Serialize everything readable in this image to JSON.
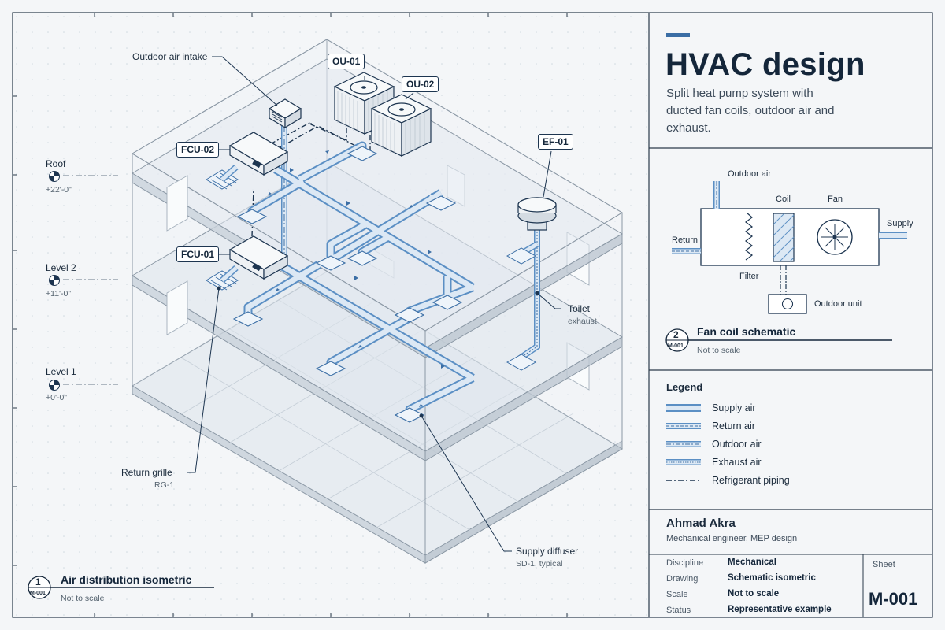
{
  "header": {
    "title": "HVAC design",
    "subtitle": "Split heat pump system with ducted fan coils, outdoor air and exhaust."
  },
  "iso": {
    "title": "Air distribution isometric",
    "scale": "Not to scale",
    "num": "1",
    "sheet_ref": "M-001"
  },
  "levels": [
    {
      "name": "Roof",
      "elev": "+22'-0\""
    },
    {
      "name": "Level 2",
      "elev": "+11'-0\""
    },
    {
      "name": "Level 1",
      "elev": "+0'-0\""
    }
  ],
  "tags": {
    "ou1": "OU-01",
    "ou2": "OU-02",
    "fcu1": "FCU-01",
    "fcu2": "FCU-02",
    "ef1": "EF-01"
  },
  "callouts": {
    "intake": "Outdoor air intake",
    "return_grille": "Return grille",
    "return_grille_sub": "RG-1",
    "toilet": "Toilet",
    "toilet_sub": "exhaust",
    "diffuser": "Supply diffuser",
    "diffuser_sub": "SD-1, typical"
  },
  "schematic": {
    "title": "Fan coil schematic",
    "scale": "Not to scale",
    "num": "2",
    "sheet_ref": "M-001",
    "labels": {
      "outdoor_air": "Outdoor air",
      "coil": "Coil",
      "fan": "Fan",
      "return": "Return",
      "supply": "Supply",
      "filter": "Filter",
      "outdoor_unit": "Outdoor unit"
    }
  },
  "legend": {
    "title": "Legend",
    "items": [
      {
        "label": "Supply air",
        "style": "supply"
      },
      {
        "label": "Return air",
        "style": "return"
      },
      {
        "label": "Outdoor air",
        "style": "outdoor"
      },
      {
        "label": "Exhaust air",
        "style": "exhaust"
      },
      {
        "label": "Refrigerant piping",
        "style": "refrigerant"
      }
    ]
  },
  "designer": {
    "name": "Ahmad Akra",
    "role": "Mechanical engineer, MEP design"
  },
  "title_block": {
    "rows": [
      {
        "key": "Discipline",
        "value": "Mechanical"
      },
      {
        "key": "Drawing",
        "value": "Schematic isometric"
      },
      {
        "key": "Scale",
        "value": "Not to scale"
      },
      {
        "key": "Status",
        "value": "Representative example"
      }
    ],
    "sheet_label": "Sheet",
    "sheet_number": "M-001"
  },
  "colors": {
    "duct": "#5b8fc4",
    "duct_fill": "#dce8f4",
    "ink": "#1d3550",
    "accent": "#3b6ea5"
  }
}
